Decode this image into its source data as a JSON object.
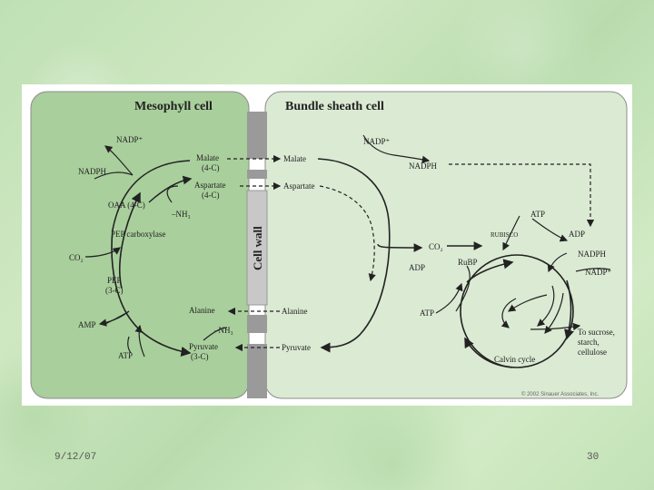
{
  "mesophyll_title": "Mesophyll cell",
  "bundle_title": "Bundle sheath cell",
  "cell_wall": "Cell wall",
  "labels": {
    "nadp_left": "NADP⁺",
    "nadph_left": "NADPH",
    "malate_l1": "Malate",
    "malate_l2": "(4-C)",
    "aspartate_l1": "Aspartate",
    "aspartate_l2": "(4-C)",
    "oaa": "OAA (4-C)",
    "nh3_left": "–NH₃",
    "pep_carboxylase": "PEP carboxylase",
    "co2_left": "CO₂",
    "pep_l1": "PEP",
    "pep_l2": "(3-C)",
    "amp": "AMP",
    "atp_left": "ATP",
    "alanine_left": "Alanine",
    "nh3_left2": "–NH₃",
    "pyruvate_l1": "Pyruvate",
    "pyruvate_l2": "(3-C)",
    "malate_r": "Malate",
    "aspartate_r": "Aspartate",
    "alanine_r": "Alanine",
    "pyruvate_r": "Pyruvate",
    "nadp_right": "NADP⁺",
    "nadph_right": "NADPH",
    "co2_right": "CO₂",
    "adp_mid": "ADP",
    "rubp": "RuBP",
    "atp_mid": "ATP",
    "rubisco": "RUBISCO",
    "atp_top": "ATP",
    "adp_top": "ADP",
    "nadph_right2": "NADPH",
    "nadp_right2": "NADP⁺",
    "sucrose_l1": "To sucrose,",
    "sucrose_l2": "starch,",
    "sucrose_l3": "cellulose",
    "calvin": "Calvin cycle"
  },
  "copyright": "© 2002 Sinauer Associates, Inc.",
  "footer": {
    "date": "9/12/07",
    "page": "30"
  }
}
